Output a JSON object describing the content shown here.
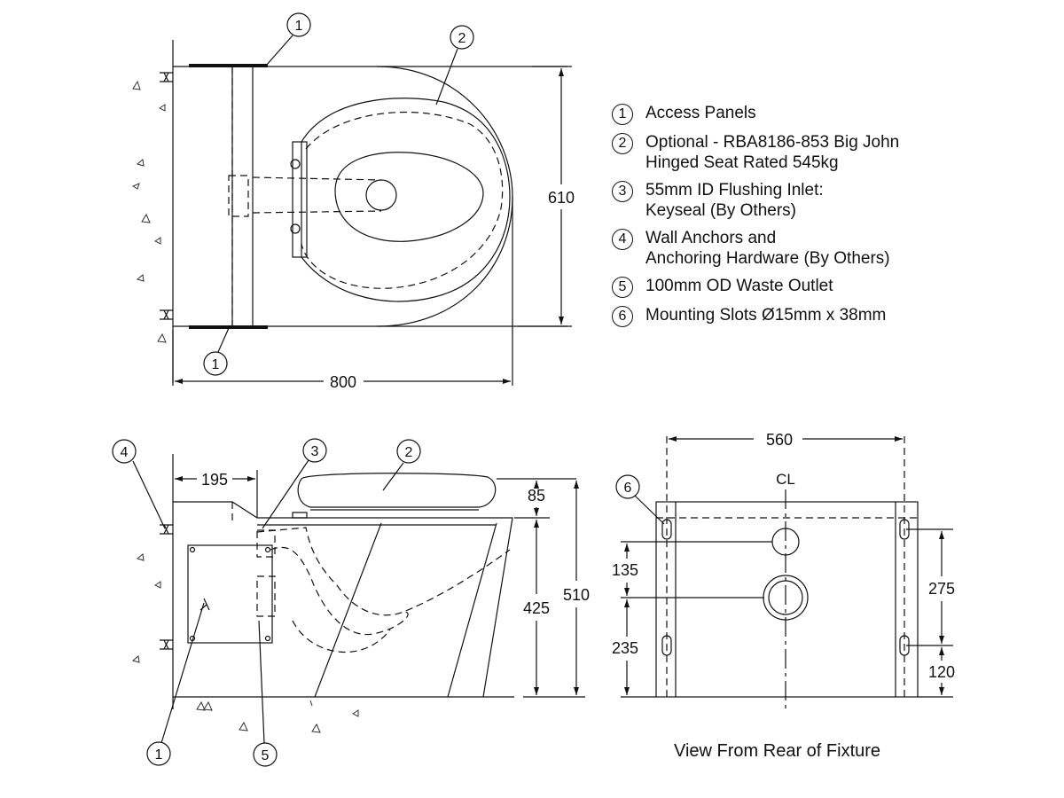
{
  "legend": [
    {
      "num": "1",
      "text": "Access Panels"
    },
    {
      "num": "2",
      "text": "Optional - RBA8186-853 Big John\nHinged Seat Rated 545kg"
    },
    {
      "num": "3",
      "text": "55mm ID Flushing Inlet:\nKeyseal (By Others)"
    },
    {
      "num": "4",
      "text": "Wall Anchors and\nAnchoring Hardware (By Others)"
    },
    {
      "num": "5",
      "text": "100mm OD Waste Outlet"
    },
    {
      "num": "6",
      "text": " Mounting Slots Ø15mm x 38mm"
    }
  ],
  "plan_view": {
    "dim_width": "800",
    "dim_depth": "610",
    "callouts": [
      "1",
      "2",
      "1"
    ]
  },
  "side_view": {
    "dim_wall_offset": "195",
    "dim_seat": "85",
    "dim_rim": "425",
    "dim_total": "510",
    "callouts": [
      "4",
      "3",
      "2",
      "1",
      "5"
    ]
  },
  "rear_view": {
    "dim_width": "560",
    "centerline": "CL",
    "dim_inlet": "135",
    "dim_outlet": "235",
    "dim_slots": "275",
    "dim_slot_base": "120",
    "callouts": [
      "6"
    ],
    "caption": "View From Rear of Fixture"
  }
}
